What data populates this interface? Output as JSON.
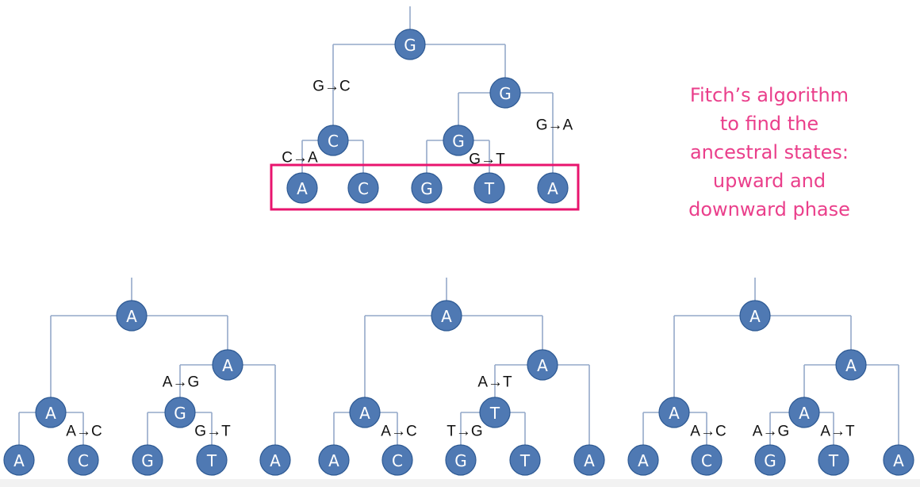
{
  "caption": {
    "lines": [
      "Fitch’s algorithm",
      "to find the",
      "ancestral states:",
      "upward and",
      "downward phase"
    ],
    "color": "#ea3f8b"
  },
  "colors": {
    "node_fill": "#4f79b3",
    "edge": "#94a9c9",
    "highlight_box": "#e8146e"
  },
  "trees": [
    {
      "name": "top-tree",
      "nodes": [
        "G",
        "C",
        "G",
        "G",
        "A",
        "C",
        "G",
        "T",
        "A"
      ],
      "mutations": [
        "G→C",
        "C→A",
        "G→A",
        "G→T"
      ]
    },
    {
      "name": "bottom-left-tree",
      "nodes": [
        "A",
        "A",
        "A",
        "G",
        "A",
        "C",
        "G",
        "T",
        "A"
      ],
      "mutations": [
        "A→G",
        "A→C",
        "G→T"
      ]
    },
    {
      "name": "bottom-middle-tree",
      "nodes": [
        "A",
        "A",
        "A",
        "T",
        "A",
        "C",
        "G",
        "T",
        "A"
      ],
      "mutations": [
        "A→T",
        "A→C",
        "T→G"
      ]
    },
    {
      "name": "bottom-right-tree",
      "nodes": [
        "A",
        "A",
        "A",
        "A",
        "A",
        "C",
        "G",
        "T",
        "A"
      ],
      "mutations": [
        "A→C",
        "A→G",
        "A→T"
      ]
    }
  ]
}
